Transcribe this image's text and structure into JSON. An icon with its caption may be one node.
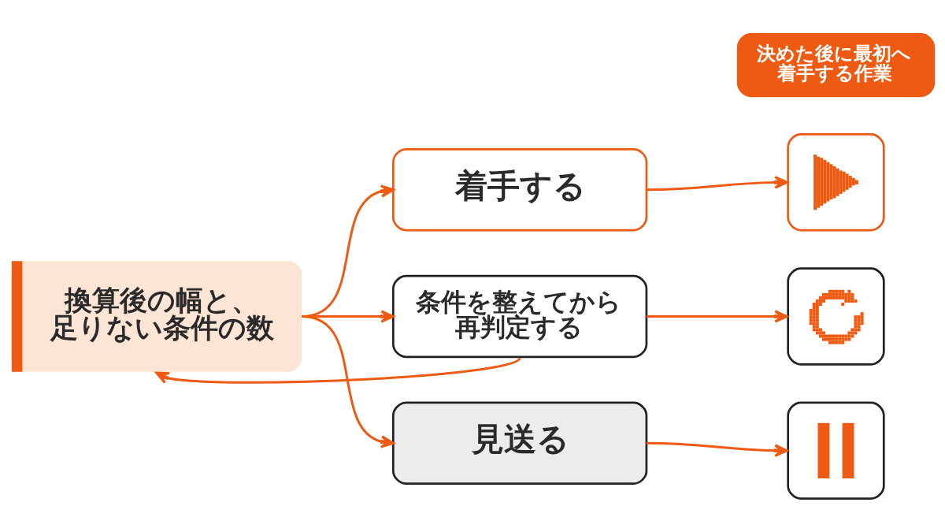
{
  "diagram": {
    "nodes": [
      {
        "text": [
          "換算後の幅と、足りない条件の数"
        ]
      },
      {
        "text": [
          "着手する"
        ]
      },
      {
        "text": [
          "条件を整えてから再判定する"
        ]
      },
      {
        "text": [
          "見送る"
        ]
      },
      {
        "text": [
          "決めた後に最初へ着手する作業"
        ]
      },
      {
        "text": [],
        "shape": "picture"
      },
      {
        "text": [],
        "shape": "picture"
      },
      {
        "text": [],
        "shape": "picture"
      }
    ],
    "edges": [
      {
        "from": 0,
        "to": 1,
        "arrow": "to"
      },
      {
        "from": 0,
        "to": 2,
        "arrow": "to"
      },
      {
        "from": 0,
        "to": 3,
        "arrow": "to"
      },
      {
        "from": 1,
        "to": 5,
        "arrow": "to"
      },
      {
        "from": 2,
        "to": 6,
        "arrow": "to"
      },
      {
        "from": 3,
        "to": 7,
        "arrow": "to"
      },
      {
        "from": 2,
        "to": 0,
        "arrow": "to"
      }
    ]
  }
}
